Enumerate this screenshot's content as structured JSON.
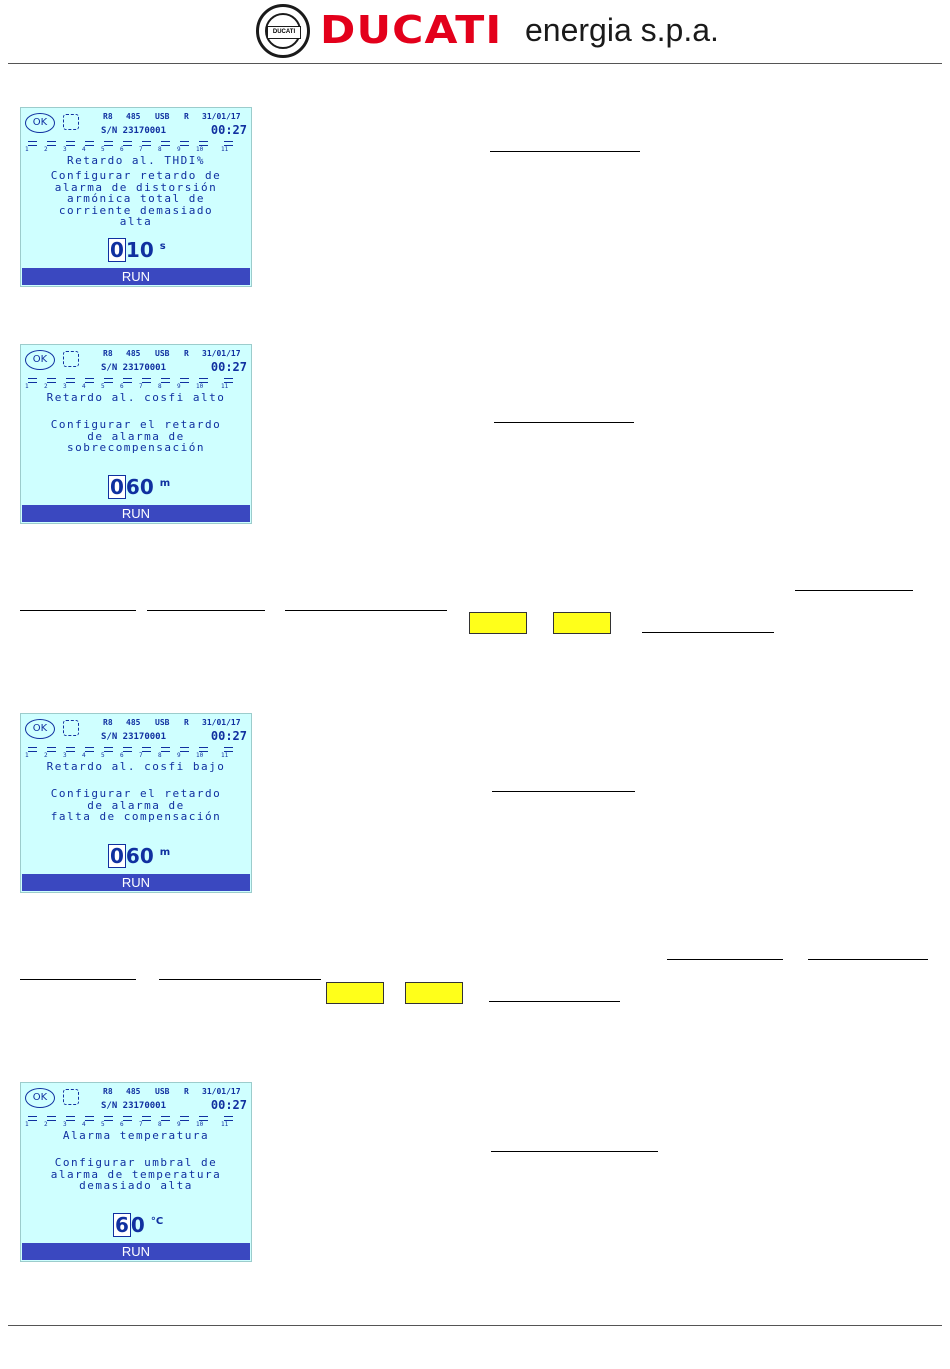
{
  "header": {
    "brand": "DUCATI",
    "brand_sub": "energia s.p.a.",
    "logo_tag": "DUCATI"
  },
  "lcd_common": {
    "ok": "OK",
    "stat": [
      "R8",
      "485",
      "USB",
      "R"
    ],
    "date": "31/01/17",
    "sn": "S/N  23170001",
    "time": "00:27",
    "steps": [
      "1",
      "2",
      "3",
      "4",
      "5",
      "6",
      "7",
      "8",
      "9",
      "10",
      "11"
    ],
    "run": "RUN"
  },
  "screens": [
    {
      "title": "Retardo al. THDI%",
      "desc": [
        "Configurar retardo de",
        "alarma de distorsión",
        "armónica total de",
        "corriente demasiado",
        "alta"
      ],
      "value_cursor": "0",
      "value_rest": "10",
      "unit": "s"
    },
    {
      "title": "Retardo al. cosfi alto",
      "desc": [
        "Configurar el retardo",
        "de alarma de",
        "sobrecompensación"
      ],
      "value_cursor": "0",
      "value_rest": "60",
      "unit": "m"
    },
    {
      "title": "Retardo al. cosfi bajo",
      "desc": [
        "Configurar el retardo",
        "de alarma de",
        "falta de compensación"
      ],
      "value_cursor": "0",
      "value_rest": "60",
      "unit": "m"
    },
    {
      "title": "Alarma temperatura",
      "desc": [
        "Configurar umbral de",
        "alarma de temperatura",
        "demasiado alta"
      ],
      "value_cursor": "6",
      "value_rest": "0",
      "unit": "°C"
    }
  ]
}
